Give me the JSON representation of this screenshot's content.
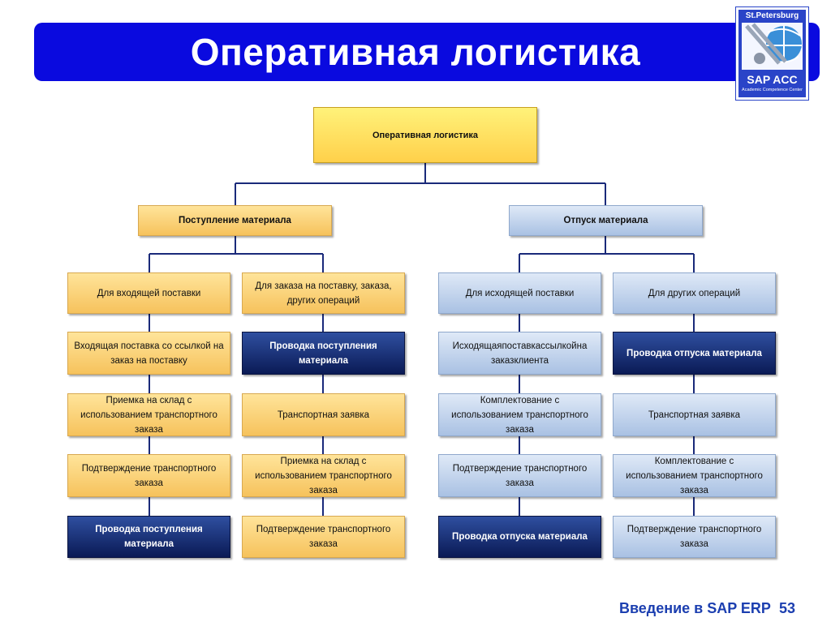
{
  "title": "Оперативная логистика",
  "logo": {
    "top": "St.Petersburg",
    "main": "SAP ACC",
    "sub": "Academic Competence Center"
  },
  "tree": {
    "root": "Оперативная логистика",
    "left": {
      "label": "Поступление материала",
      "col1": {
        "header": "Для входящей поставки",
        "steps": [
          "Входящая поставка со ссылкой на заказ на поставку",
          "Приемка на склад с использованием транспортного заказа",
          "Подтверждение транспортного заказа",
          "Проводка поступления материала"
        ]
      },
      "col2": {
        "header": "Для заказа на поставку, заказа, других операций",
        "steps": [
          "Проводка поступления материала",
          "Транспортная заявка",
          "Приемка на склад с использованием транспортного заказа",
          "Подтверждение транспортного заказа"
        ]
      }
    },
    "right": {
      "label": "Отпуск материала",
      "col3": {
        "header": "Для исходящей поставки",
        "steps": [
          "Исходящаяпоставкассылкойна заказклиента",
          "Комплектование с использованием транспортного заказа",
          "Подтверждение транспортного заказа",
          "Проводка отпуска материала"
        ]
      },
      "col4": {
        "header": "Для других операций",
        "steps": [
          "Проводка отпуска материала",
          "Транспортная заявка",
          "Комплектование с использованием транспортного заказа",
          "Подтверждение транспортного заказа"
        ]
      }
    }
  },
  "footer": {
    "text": "Введение в SAP ERP",
    "page": "53"
  }
}
